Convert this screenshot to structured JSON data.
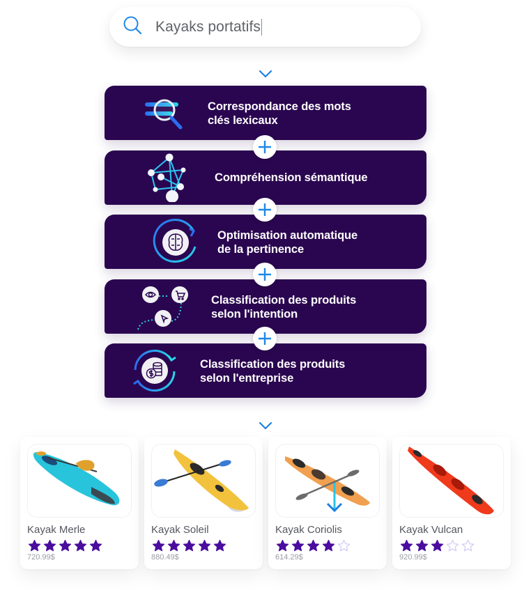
{
  "search": {
    "icon": "search-icon",
    "query": "Kayaks portatifs"
  },
  "pipeline": {
    "steps": [
      {
        "label_line1": "Correspondance des mots",
        "label_line2": "clés lexicaux",
        "icon": "magnifier-text-icon"
      },
      {
        "label_line1": "Compréhension sémantique",
        "label_line2": "",
        "icon": "semantic-network-icon"
      },
      {
        "label_line1": "Optimisation automatique",
        "label_line2": "de la pertinence",
        "icon": "ai-brain-cycle-icon"
      },
      {
        "label_line1": "Classification des produits",
        "label_line2": "selon l'intention",
        "icon": "intent-signals-icon"
      },
      {
        "label_line1": "Classification des produits",
        "label_line2": "selon l'entreprise",
        "icon": "business-coins-cycle-icon"
      }
    ],
    "connector_icon": "plus-icon",
    "flow_icon": "arrow-down-icon"
  },
  "products": [
    {
      "name": "Kayak Merle",
      "rating": 5,
      "max_rating": 5,
      "price": "720.99$",
      "hull_color": "#27c4dc",
      "accent_color": "#e0a12c"
    },
    {
      "name": "Kayak Soleil",
      "rating": 5,
      "max_rating": 5,
      "price": "880.49$",
      "hull_color": "#f2c23c",
      "accent_color": "#3a7bd5"
    },
    {
      "name": "Kayak Coriolis",
      "rating": 4,
      "max_rating": 5,
      "price": "614.29$",
      "hull_color": "#f0a050",
      "accent_color": "#6b6b6b"
    },
    {
      "name": "Kayak Vulcan",
      "rating": 3,
      "max_rating": 5,
      "price": "920.99$",
      "hull_color": "#ef3a1c",
      "accent_color": "#333333"
    }
  ],
  "colors": {
    "card_bg": "#2a0650",
    "accent_blue": "#1e88e5",
    "accent_cyan": "#27d3e8",
    "star_filled": "#4a0d9e",
    "star_empty": "#d7cdf5"
  }
}
